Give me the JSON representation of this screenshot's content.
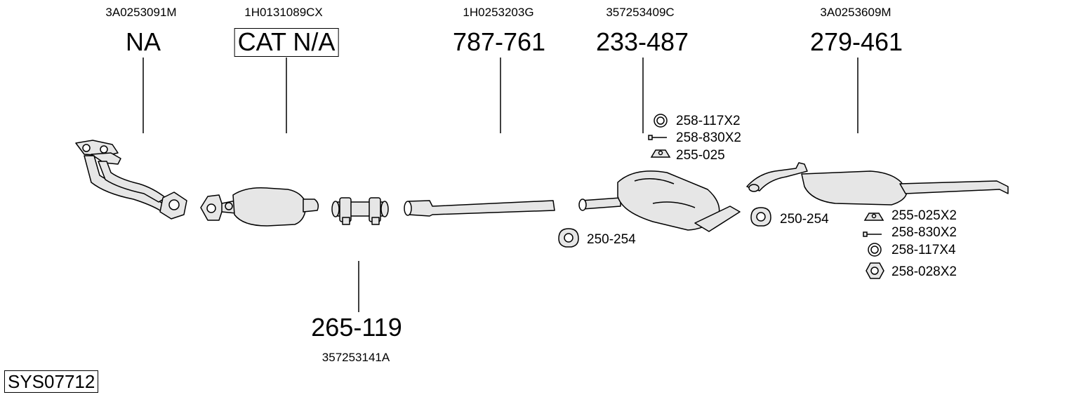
{
  "parts": [
    {
      "ref": "3A0253091M",
      "number": "NA"
    },
    {
      "ref": "1H0131089CX",
      "number": "CAT N/A"
    },
    {
      "ref": "1H0253203G",
      "number": "787-761"
    },
    {
      "ref": "357253409C",
      "number": "233-487"
    },
    {
      "ref": "3A0253609M",
      "number": "279-461"
    },
    {
      "ref": "357253141A",
      "number": "265-119"
    }
  ],
  "accessories_middle": [
    "258-117X2",
    "258-830X2",
    "255-025"
  ],
  "clamps": [
    "250-254",
    "250-254"
  ],
  "accessories_rear": [
    "255-025X2",
    "258-830X2",
    "258-117X4",
    "258-028X2"
  ],
  "system_code": "SYS07712",
  "colors": {
    "line": "#000000",
    "part_fill": "#e6e6e6",
    "background": "#ffffff"
  }
}
